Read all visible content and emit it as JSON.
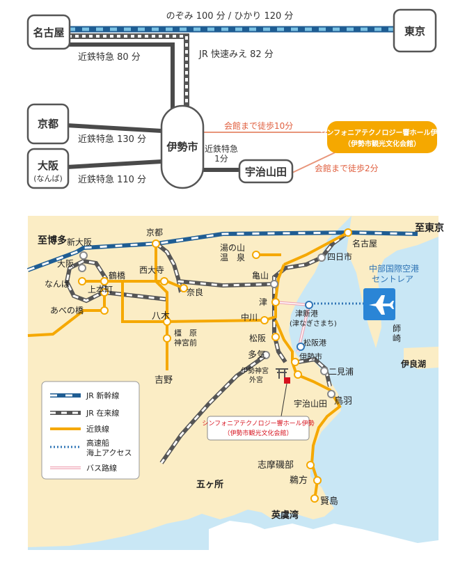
{
  "diagram": {
    "stations": {
      "nagoya": "名古屋",
      "tokyo": "東京",
      "kyoto": "京都",
      "osaka": "大阪",
      "osaka_sub": "(なんば)",
      "iseshi": "伊勢市",
      "ujiyamada": "宇治山田",
      "venue_line1": "シンフォニアテクノロジー響ホール伊勢",
      "venue_line2": "（伊勢市観光文化会館）"
    },
    "routes": {
      "shinkansen": "のぞみ 100 分 / ひかり 120 分",
      "kintetsu_nagoya": "近鉄特急 80 分",
      "jr_mie": "JR 快速みえ 82 分",
      "kintetsu_kyoto": "近鉄特急 130 分",
      "kintetsu_osaka": "近鉄特急 110 分",
      "walk_iseshi": "会館まで徒歩10分",
      "kintetsu_local_1": "近鉄特急",
      "kintetsu_local_2": "1分",
      "walk_ujiyamada": "会館まで徒歩2分"
    }
  },
  "map": {
    "colors": {
      "sea": "#c9e7f5",
      "land": "#fbedc5",
      "kintetsu": "#f5a800",
      "shinkansen": "#1f5d93",
      "jr": "#555555",
      "ferry": "#2f74b5",
      "bus": "#f0a8b8",
      "venue_marker": "#d7121e"
    },
    "directions": {
      "hakata": "至博多",
      "tokyo": "至東京"
    },
    "stations": {
      "shin_osaka": "新大阪",
      "kyoto": "京都",
      "nagoya": "名古屋",
      "yokkaichi": "四日市",
      "yunoyama_1": "湯の山",
      "yunoyama_2": "温　泉",
      "osaka": "大阪",
      "tsuruhashi": "鶴橋",
      "saidaiji": "西大寺",
      "kameyama": "亀山",
      "namba": "なんば",
      "uehonmachi": "上本町",
      "nara": "奈良",
      "tsu": "津",
      "abenobashi": "あべの橋",
      "yagi": "八木",
      "nakagawa": "中川",
      "kashihara_1": "橿　原",
      "kashihara_2": "神宮前",
      "matsusaka": "松阪",
      "tsu_shinko_1": "津新港",
      "tsu_shinko_2": "(津なぎさまち)",
      "matsusaka_ko": "松阪港",
      "iseshi": "伊勢市",
      "yoshino": "吉野",
      "taki": "多気",
      "futamiura": "二見浦",
      "geku_1": "伊勢神宮",
      "geku_2": "外宮",
      "ujiyamada": "宇治山田",
      "toba": "鳥羽",
      "shimaisobe": "志摩磯部",
      "ugata": "鵜方",
      "kashikojima": "賢島"
    },
    "places": {
      "airport_1": "中部国際空港",
      "airport_2": "セントレア",
      "morozaki_1": "師",
      "morozaki_2": "崎",
      "irago": "伊良湖",
      "gokasho": "五ヶ所",
      "ago": "英虞湾"
    },
    "venue_line1": "シンフォニアテクノロジー響ホール伊勢",
    "venue_line2": "（伊勢市観光文化会館）",
    "legend": {
      "shinkansen": "JR 新幹線",
      "jr": "JR 在来線",
      "kintetsu": "近鉄線",
      "ferry_1": "高速船",
      "ferry_2": "海上アクセス",
      "bus": "バス路線"
    }
  }
}
